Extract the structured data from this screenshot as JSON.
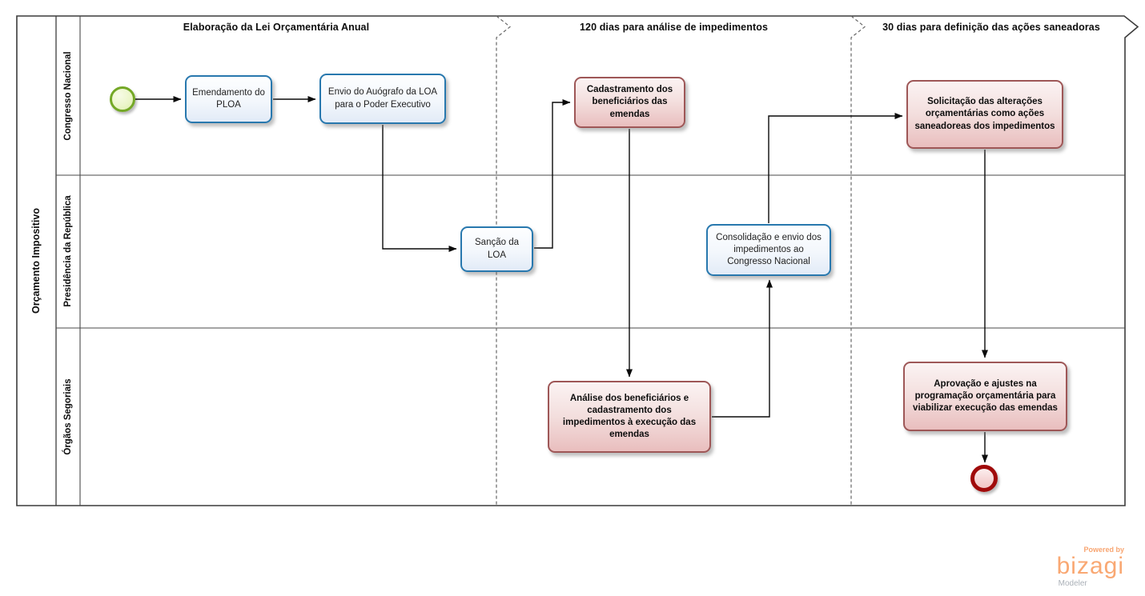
{
  "pool": {
    "label": "Orçamento Impositivo"
  },
  "lanes": [
    {
      "label": "Congresso Nacional"
    },
    {
      "label": "Presidência da República"
    },
    {
      "label": "Órgãos Segoriais"
    }
  ],
  "milestones": [
    {
      "label": "Elaboração da Lei Orçamentária Anual"
    },
    {
      "label": "120 dias para análise de impedimentos"
    },
    {
      "label": "30 dias para definição das ações saneadoras"
    }
  ],
  "tasks": [
    {
      "label": "Emendamento do PLOA",
      "style": "blue",
      "lane": "Congresso Nacional"
    },
    {
      "label": "Envio do Auógrafo da LOA para o Poder Executivo",
      "style": "blue",
      "lane": "Congresso Nacional"
    },
    {
      "label": "Sanção da LOA",
      "style": "blue",
      "lane": "Presidência da República"
    },
    {
      "label": "Cadastramento dos beneficiários das emendas",
      "style": "red",
      "lane": "Congresso Nacional"
    },
    {
      "label": "Consolidação e envio dos impedimentos ao Congresso Nacional",
      "style": "blue",
      "lane": "Presidência da República"
    },
    {
      "label": "Análise dos beneficiários e cadastramento dos impedimentos à execução das emendas",
      "style": "red",
      "lane": "Órgãos Segoriais"
    },
    {
      "label": "Solicitação das alterações orçamentárias como ações saneadoreas dos impedimentos",
      "style": "red",
      "lane": "Congresso Nacional"
    },
    {
      "label": "Aprovação e ajustes na programação orçamentária para viabilizar execução das emendas",
      "style": "red",
      "lane": "Órgãos Segoriais"
    }
  ],
  "events": {
    "start": "start-event",
    "end": "end-event"
  },
  "colors": {
    "task_blue_border": "#2878AE",
    "task_red_border": "#9E5757",
    "start_event_border": "#74A826",
    "end_event_border": "#A00B0B",
    "pool_border": "#3C3C3C",
    "connector": "#0A0A0A",
    "brand_orange": "#F9A873",
    "brand_gray": "#ABB1B8"
  },
  "branding": {
    "powered_by": "Powered by",
    "brand": "bizagi",
    "product": "Modeler"
  }
}
